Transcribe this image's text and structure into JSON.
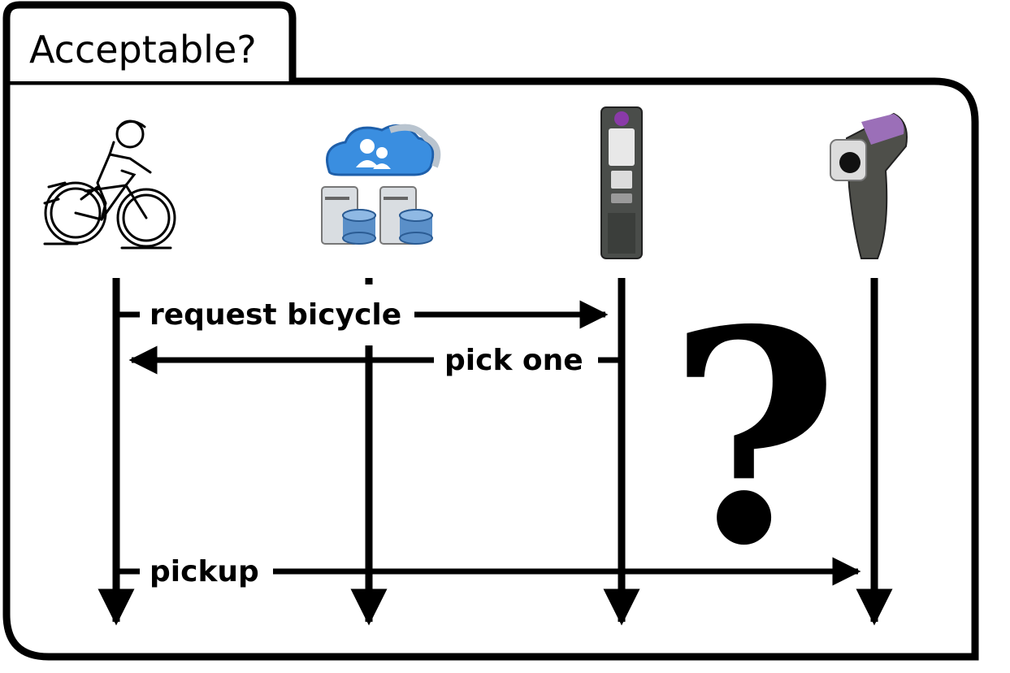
{
  "frame": {
    "title": "Acceptable?"
  },
  "participants": [
    {
      "id": "cyclist",
      "icon": "cyclist-icon"
    },
    {
      "id": "cloud-servers",
      "icon": "cloud-server-icon"
    },
    {
      "id": "kiosk",
      "icon": "kiosk-terminal-icon"
    },
    {
      "id": "dock",
      "icon": "bike-dock-icon"
    }
  ],
  "messages": [
    {
      "label": "request bicycle",
      "from": "cyclist",
      "to": "kiosk"
    },
    {
      "label": "pick one",
      "from": "kiosk",
      "to": "cyclist"
    },
    {
      "label": "pickup",
      "from": "cyclist",
      "to": "dock"
    }
  ],
  "annotation": {
    "symbol": "?"
  },
  "colors": {
    "line": "#000000",
    "background": "#ffffff",
    "cloud": "#3a8ee0",
    "kiosk_accent": "#8a3aa8"
  }
}
